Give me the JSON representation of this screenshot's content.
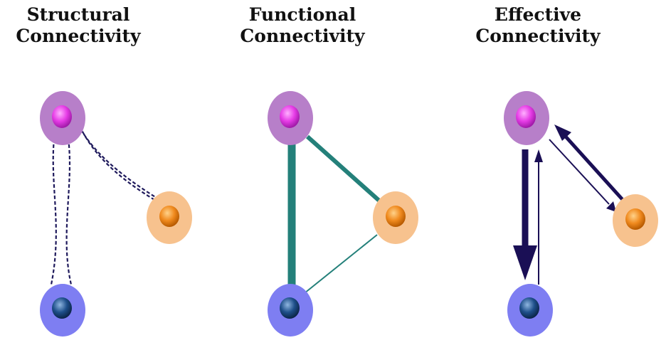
{
  "panels": [
    {
      "id": "structural",
      "title_line1": "Structural",
      "title_line2": "Connectivity"
    },
    {
      "id": "functional",
      "title_line1": "Functional",
      "title_line2": "Connectivity"
    },
    {
      "id": "effective",
      "title_line1": "Effective",
      "title_line2": "Connectivity"
    }
  ],
  "colors": {
    "node_top_outer": "#b77fc9",
    "node_top_inner": "#e63ce6",
    "node_right_outer": "#f7c28e",
    "node_right_inner": "#f08a1e",
    "node_bottom_outer": "#7e7ef2",
    "node_bottom_inner": "#1e4f8a",
    "structural_line": "#1f1a5c",
    "functional_line": "#24807a",
    "effective_arrow": "#1a0f55"
  }
}
